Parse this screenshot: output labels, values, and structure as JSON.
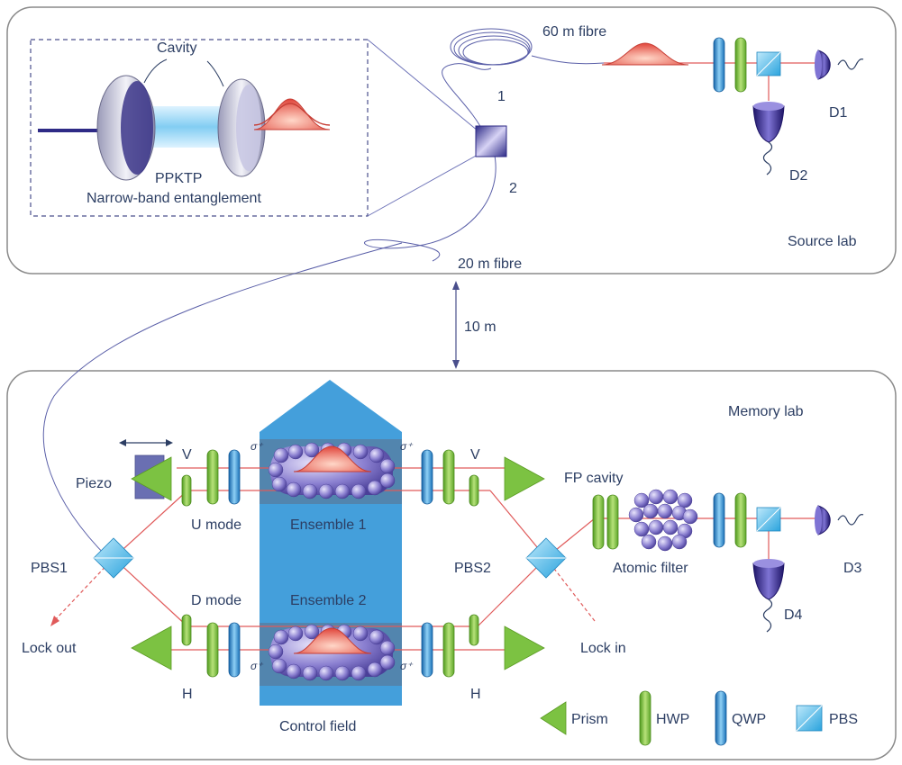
{
  "labels": {
    "cavity": "Cavity",
    "ppktp": "PPKTP",
    "narrow_band": "Narrow-band entanglement",
    "fibre60": "60 m fibre",
    "fibre20": "20 m fibre",
    "port1": "1",
    "port2": "2",
    "d1": "D1",
    "d2": "D2",
    "d3": "D3",
    "d4": "D4",
    "source_lab": "Source lab",
    "memory_lab": "Memory lab",
    "distance": "10 m",
    "v_top_left": "V",
    "v_top_right": "V",
    "h_bottom_left": "H",
    "h_bottom_right": "H",
    "piezo": "Piezo",
    "u_mode": "U mode",
    "d_mode": "D mode",
    "pbs1": "PBS1",
    "pbs2": "PBS2",
    "ensemble1": "Ensemble 1",
    "ensemble2": "Ensemble 2",
    "control_field": "Control field",
    "lock_out": "Lock out",
    "lock_in": "Lock in",
    "fp_cavity": "FP cavity",
    "atomic_filter": "Atomic filter",
    "sigma_plus": "σ⁺"
  },
  "legend": {
    "prism": "Prism",
    "hwp": "HWP",
    "qwp": "QWP",
    "pbs": "PBS"
  },
  "colors": {
    "frame": "#8a8a8a",
    "fibre": "#5a5fa8",
    "beam": "#e05a5a",
    "control": "#3a9ad9",
    "prism": "#7cc242",
    "hwp": "#8cc63f",
    "qwp": "#2a8fd0",
    "pbs": "#5bc0eb",
    "detector": "#3b2d8a",
    "atoms": "#8a7fd0"
  }
}
